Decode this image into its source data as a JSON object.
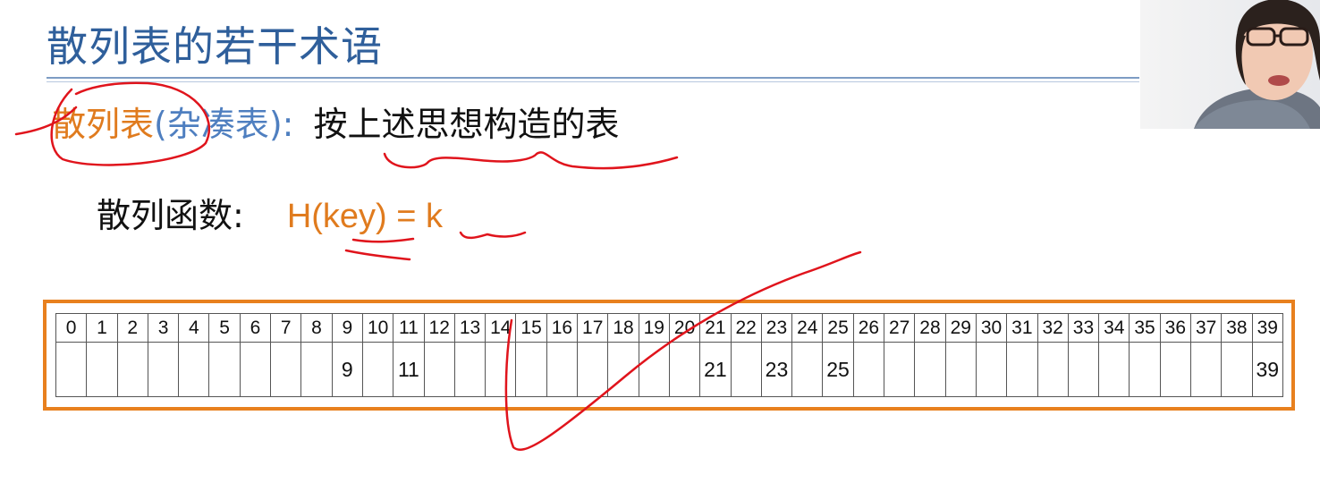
{
  "slide": {
    "title": "散列表的若干术语",
    "definition": {
      "term": "散列表",
      "alias": "(杂凑表)",
      "colon": ":",
      "description": "按上述思想构造的表"
    },
    "hash_function": {
      "label": "散列函数:",
      "expression": "H(key) = k"
    }
  },
  "hash_table": {
    "indices": [
      "0",
      "1",
      "2",
      "3",
      "4",
      "5",
      "6",
      "7",
      "8",
      "9",
      "10",
      "11",
      "12",
      "13",
      "14",
      "15",
      "16",
      "17",
      "18",
      "19",
      "20",
      "21",
      "22",
      "23",
      "24",
      "25",
      "26",
      "27",
      "28",
      "29",
      "30",
      "31",
      "32",
      "33",
      "34",
      "35",
      "36",
      "37",
      "38",
      "39"
    ],
    "values": [
      "",
      "",
      "",
      "",
      "",
      "",
      "",
      "",
      "",
      "9",
      "",
      "11",
      "",
      "",
      "",
      "",
      "",
      "",
      "",
      "",
      "",
      "21",
      "",
      "23",
      "",
      "25",
      "",
      "",
      "",
      "",
      "",
      "",
      "",
      "",
      "",
      "",
      "",
      "",
      "",
      "39"
    ]
  },
  "colors": {
    "title": "#2f5f9b",
    "accent_orange": "#e07b1e",
    "alias_blue": "#4f7fc0",
    "annotation_red": "#e0141c",
    "frame_orange": "#e8801e"
  },
  "icons": {
    "presenter": "presenter-webcam"
  }
}
